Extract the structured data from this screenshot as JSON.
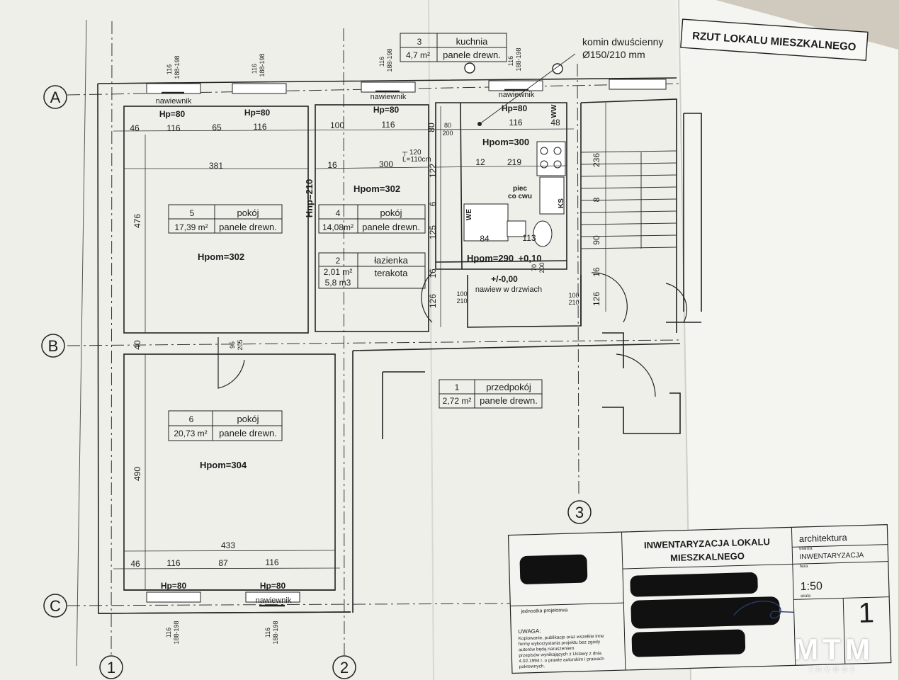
{
  "sheet_title": "RZUT LOKALU MIESZKALNEGO",
  "chimney": {
    "label": "komin dwuścienny",
    "size": "Ø150/210 mm"
  },
  "grid_rows": [
    "A",
    "B",
    "C"
  ],
  "grid_cols": [
    "1",
    "2",
    "3"
  ],
  "rooms": [
    {
      "no": "3",
      "name": "kuchnia",
      "area": "4,7 m²",
      "finish": "panele drewn."
    },
    {
      "no": "5",
      "name": "pokój",
      "area": "17,39 m²",
      "finish": "panele drewn."
    },
    {
      "no": "4",
      "name": "pokój",
      "area": "14,08m²",
      "finish": "panele drewn."
    },
    {
      "no": "2",
      "name": "łazienka",
      "area": "2,01 m²",
      "volume": "5,8 m3",
      "finish": "terakota"
    },
    {
      "no": "6",
      "name": "pokój",
      "area": "20,73 m²",
      "finish": "panele drewn."
    },
    {
      "no": "1",
      "name": "przedpokój",
      "area": "2,72 m²",
      "finish": "panele drewn."
    }
  ],
  "heights": {
    "room5": "Hpom=302",
    "room4": "Hpom=302",
    "room6": "Hpom=304",
    "kitchen": "Hpom=300",
    "bathroom": "Hpom=290",
    "door_height": "Hnp=210"
  },
  "levels": {
    "plus": "+0,10",
    "zero": "+/-0,00"
  },
  "labels": {
    "vent": "nawiewnik",
    "sill": "Hp=80",
    "door_vent": "nawiew w drzwiach",
    "stove": "piec",
    "stove2": "co cwu",
    "lintel": "┬ 120",
    "lintel2": "L=110cm",
    "we": "WE",
    "ks": "KS",
    "ww": "WW"
  },
  "dims": {
    "win_w": "116",
    "win_h": "188-198",
    "top_row": [
      "46",
      "116",
      "65",
      "116",
      "100",
      "116",
      "80",
      "116",
      "48"
    ],
    "small_80_200": "80",
    "small_80_200b": "200",
    "room5_w": "381",
    "room4_split": "16",
    "room4_w": "300",
    "k_12": "12",
    "k_219": "219",
    "k_122": "122",
    "k_236": "236",
    "k_8": "8",
    "k_90": "90",
    "k_16a": "16",
    "k_6": "6",
    "k_125": "125",
    "k_16b": "16",
    "k_126a": "126",
    "k_126b": "126",
    "k_84": "84",
    "k_113": "113",
    "k_70": "70",
    "k_200": "200",
    "door_100a": "100",
    "door_210a": "210",
    "door_100b": "100",
    "door_210b": "210",
    "room5_h": "476",
    "room6_h": "490",
    "wall_40": "40",
    "door_95": "95",
    "door_205": "205",
    "room6_w": "433",
    "bottom_row": [
      "46",
      "116",
      "87",
      "116"
    ]
  },
  "title_block": {
    "title_line1": "INWENTARYZACJA LOKALU",
    "title_line2": "MIESZKALNEGO",
    "branch": "architektura",
    "branch_label": "branża",
    "phase": "INWENTARYZACJA",
    "phase_label": "faza",
    "scale": "1:50",
    "scale_label": "skala",
    "sheet_no": "1",
    "unit_label": "jednostka projektowa",
    "notice_title": "UWAGA:",
    "notice": [
      "Kopiowanie, publikacje oraz wszelkie inne",
      "formy wykorzystania projektu bez zgody",
      "autorów będą naruszeniem",
      "przepisów wynikających z Ustawy z dnia",
      "4.02.1994 r. o prawie autorskim i prawach",
      "pokrewnych."
    ]
  },
  "watermark": {
    "main": "MTM",
    "sub": "invest"
  }
}
